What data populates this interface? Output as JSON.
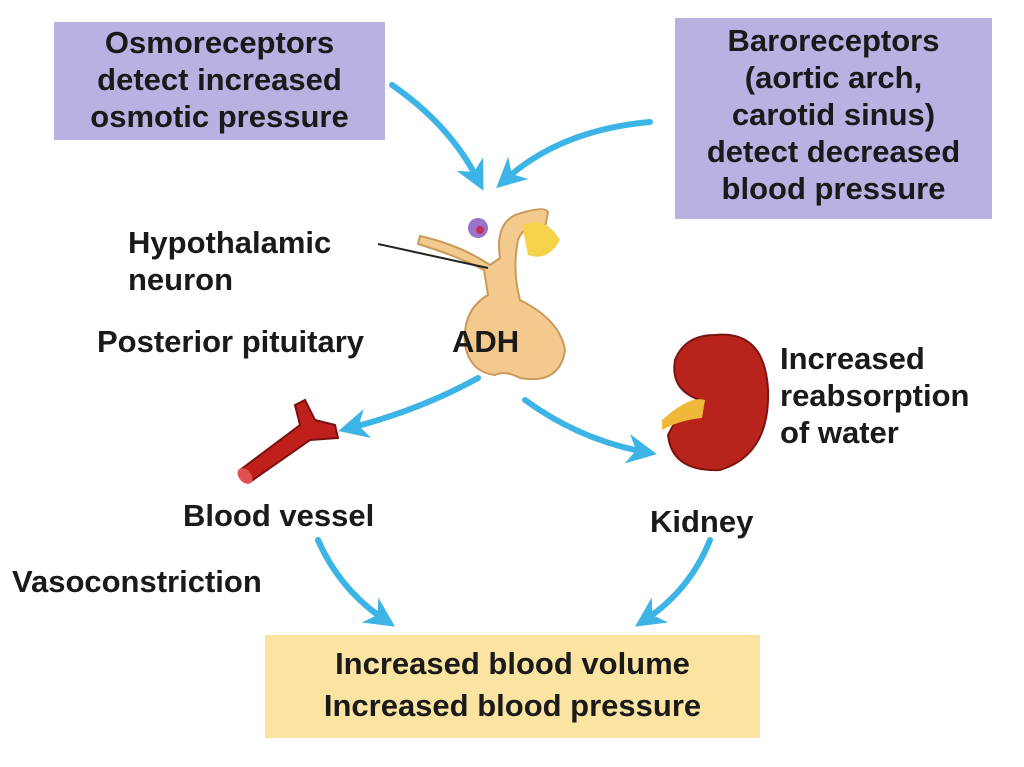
{
  "osmoreceptors": {
    "lines": [
      "Osmoreceptors",
      "detect increased",
      "osmotic pressure"
    ]
  },
  "baroreceptors": {
    "lines": [
      "Baroreceptors",
      "(aortic arch,",
      "carotid sinus)",
      "detect decreased",
      "blood pressure"
    ]
  },
  "hypothalamic_neuron": {
    "lines": [
      "Hypothalamic",
      "neuron"
    ]
  },
  "posterior_pituitary": "Posterior pituitary",
  "adh": "ADH",
  "reabsorption": {
    "lines": [
      "Increased",
      "reabsorption",
      "of water"
    ]
  },
  "blood_vessel": "Blood vessel",
  "kidney": "Kidney",
  "vasoconstriction": "Vasoconstriction",
  "result": {
    "lines": [
      "Increased blood volume",
      "Increased blood pressure"
    ]
  },
  "colors": {
    "arrow": "#3cb4e6",
    "purple_box": "#b8b1e2",
    "yellow_box": "#fbe3a2",
    "kidney": "#b8241c",
    "vessel": "#c0201c",
    "pituitary": "#f3c98e"
  }
}
